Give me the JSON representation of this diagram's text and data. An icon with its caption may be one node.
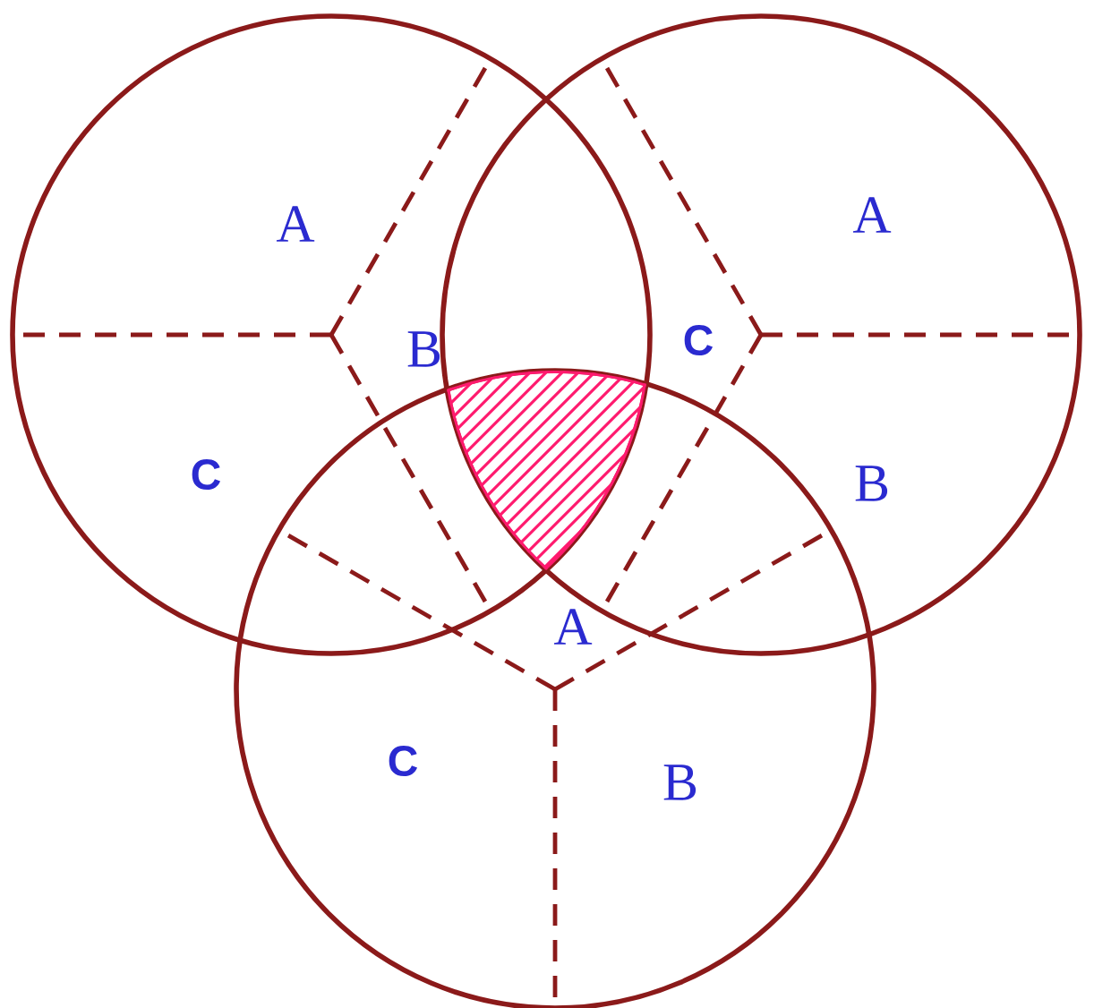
{
  "diagram": {
    "labels": [
      "A",
      "A",
      "B",
      "C",
      "C",
      "B",
      "A",
      "C",
      "B"
    ]
  }
}
